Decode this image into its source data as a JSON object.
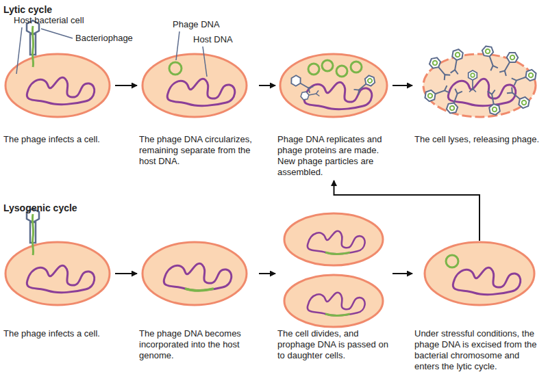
{
  "diagram": {
    "nodes": [
      {
        "text": [
          "The phage infects a cell."
        ]
      },
      {
        "text": [
          "The phage DNA circularizes, remaining separate from the host DNA."
        ]
      },
      {
        "text": [
          "Phage DNA replicates and phage proteins are made. New phage particles are assembled."
        ]
      },
      {
        "text": [
          "The cell lyses, releasing phage."
        ]
      },
      {
        "text": [
          "The phage infects a cell."
        ]
      },
      {
        "text": [
          "The phage DNA becomes incorporated into the host genome."
        ]
      },
      {
        "text": [
          "The cell divides, and prophage DNA is passed on to daughter cells."
        ]
      },
      {
        "text": [
          "Under stressful conditions, the phage DNA is excised from the bacterial chromosome and enters the lytic cycle."
        ]
      }
    ],
    "edges": [
      {
        "from": 0,
        "to": 1,
        "arrow": "to"
      },
      {
        "from": 1,
        "to": 2,
        "arrow": "to"
      },
      {
        "from": 2,
        "to": 3,
        "arrow": "to"
      },
      {
        "from": 4,
        "to": 5,
        "arrow": "to"
      },
      {
        "from": 5,
        "to": 6,
        "arrow": "to"
      },
      {
        "from": 6,
        "to": 7,
        "arrow": "to"
      },
      {
        "from": 7,
        "to": 2,
        "arrow": "to"
      }
    ],
    "labels": [
      "Lytic cycle",
      "Host bacterial cell",
      "Bacteriophage",
      "Phage DNA",
      "Host DNA",
      "Lysogenic cycle"
    ]
  }
}
